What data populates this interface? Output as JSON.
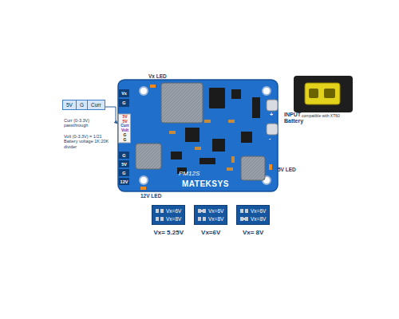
{
  "diagram": {
    "nodes": [
      {
        "text": [
          "PM12S",
          "MATEKSYS"
        ]
      },
      {
        "text": [
          "5V",
          "G",
          "Curr"
        ]
      },
      {
        "text": [
          "Vx=6V",
          "Vx=8V"
        ]
      },
      {
        "text": [
          "Vx=6V",
          "Vx=8V"
        ]
      },
      {
        "text": [
          "Vx=6V",
          "Vx=8V"
        ]
      }
    ],
    "labels": [
      "Vx LED",
      "compatible with XT60",
      "INPUT Battery",
      "-",
      "+",
      "5V LED",
      "12V LED",
      "Curr (0-3.3V) passthrough",
      "Volt (0-3.3V) = 1/21 Battery voltage 1K:20K divider",
      "Vx",
      "G",
      "5V",
      "5V",
      "Curr",
      "Volt",
      "G",
      "G",
      "G",
      "5V",
      "G",
      "12V",
      "Vx= 5.25V",
      "Vx=6V",
      "Vx= 8V"
    ]
  }
}
